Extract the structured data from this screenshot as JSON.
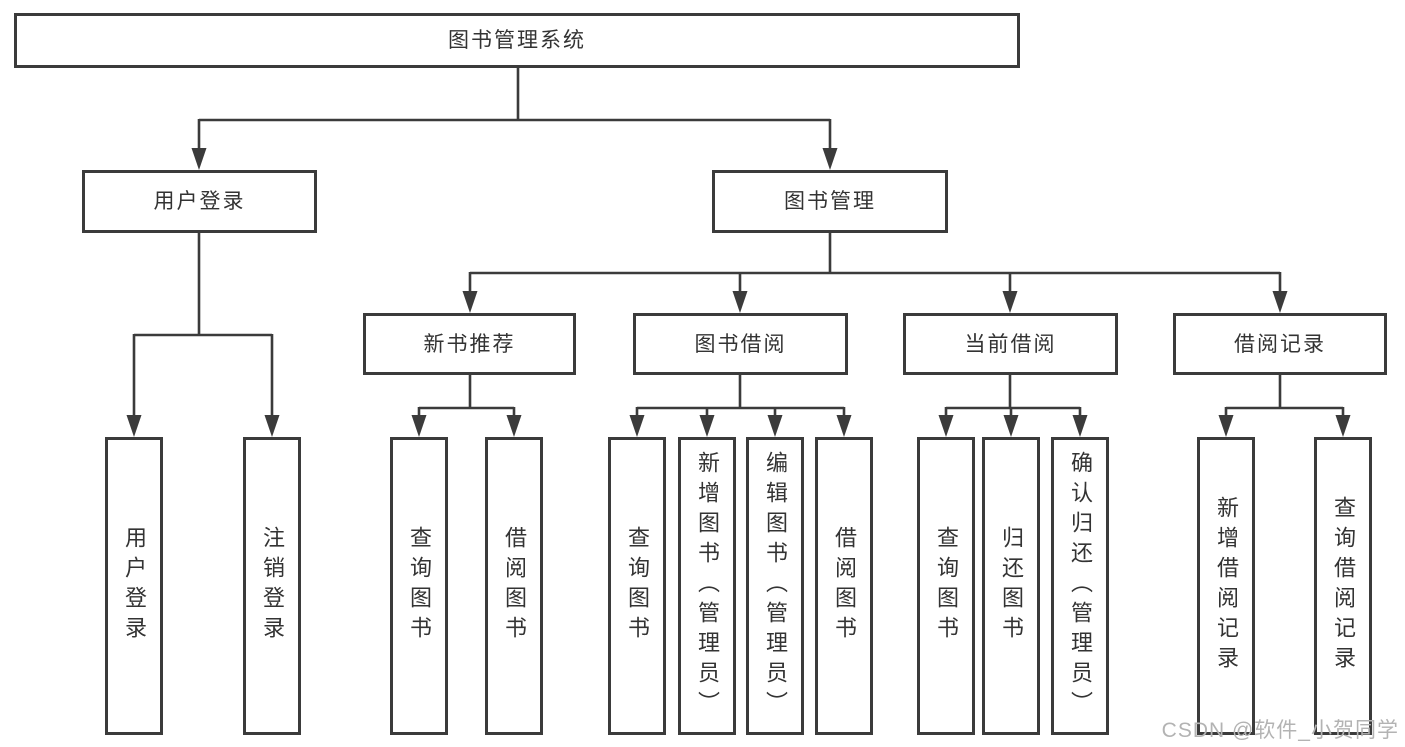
{
  "diagram": {
    "title": "图书管理系统",
    "type": "hierarchy-tree",
    "colors": {
      "line": "#3b3b3b",
      "text": "#333333",
      "background": "#ffffff",
      "watermark": "#b3b3b3"
    },
    "nodes": {
      "root": "图书管理系统",
      "user_login_branch": "用户登录",
      "book_management": "图书管理",
      "new_book_recommendation": "新书推荐",
      "book_borrowing": "图书借阅",
      "current_borrowing": "当前借阅",
      "borrowing_records": "借阅记录",
      "user_login": "用户登录",
      "logout": "注销登录",
      "rec_query_books": "查询图书",
      "rec_borrow_books": "借阅图书",
      "bb_query_books": "查询图书",
      "bb_add_books_admin": "新增图书（管理员）",
      "bb_edit_books_admin": "编辑图书（管理员）",
      "bb_borrow_books": "借阅图书",
      "cb_query_books": "查询图书",
      "cb_return_books": "归还图书",
      "cb_confirm_return_admin": "确认归还（管理员）",
      "br_add_record": "新增借阅记录",
      "br_query_record": "查询借阅记录"
    },
    "structure": {
      "root": [
        "user_login_branch",
        "book_management"
      ],
      "user_login_branch": [
        "user_login",
        "logout"
      ],
      "book_management": [
        "new_book_recommendation",
        "book_borrowing",
        "current_borrowing",
        "borrowing_records"
      ],
      "new_book_recommendation": [
        "rec_query_books",
        "rec_borrow_books"
      ],
      "book_borrowing": [
        "bb_query_books",
        "bb_add_books_admin",
        "bb_edit_books_admin",
        "bb_borrow_books"
      ],
      "current_borrowing": [
        "cb_query_books",
        "cb_return_books",
        "cb_confirm_return_admin"
      ],
      "borrowing_records": [
        "br_add_record",
        "br_query_record"
      ]
    },
    "watermark": "CSDN @软件_小贺同学"
  }
}
